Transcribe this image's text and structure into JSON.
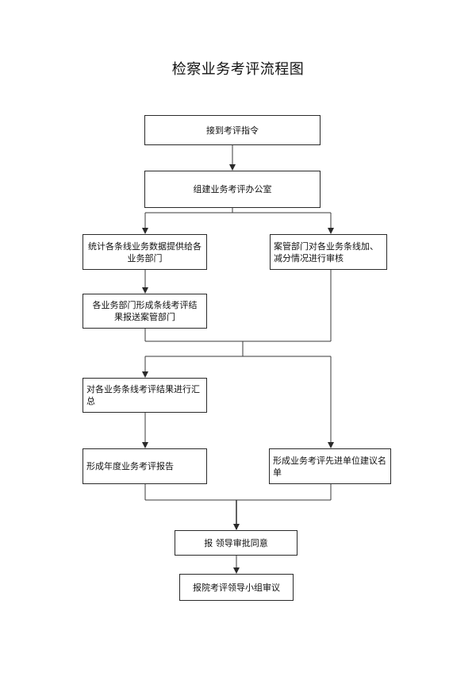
{
  "title": "检察业务考评流程图",
  "nodes": {
    "receive": {
      "lines": [
        "接到考评指令"
      ]
    },
    "office": {
      "lines": [
        "组建业务考评办公室"
      ]
    },
    "stats": {
      "lines": [
        "统计各条线业务数据提供给各",
        "业务部门"
      ]
    },
    "review": {
      "lines": [
        "案管部门对各业务条线加、",
        "减分情况进行审核"
      ]
    },
    "dept_report": {
      "lines": [
        "各业务部门形成条线考评结",
        "果报送案管部门"
      ]
    },
    "summary": {
      "lines": [
        "对各业务条线考评结果进行汇",
        "总"
      ]
    },
    "annual_report": {
      "lines": [
        "形成年度业务考评报告"
      ]
    },
    "advanced_list": {
      "lines": [
        "形成业务考评先进单位建议名",
        "单"
      ]
    },
    "leader_approval": {
      "lines": [
        "报 领导审批同意"
      ]
    },
    "committee_review": {
      "lines": [
        "报院考评领导小组审议"
      ]
    }
  }
}
